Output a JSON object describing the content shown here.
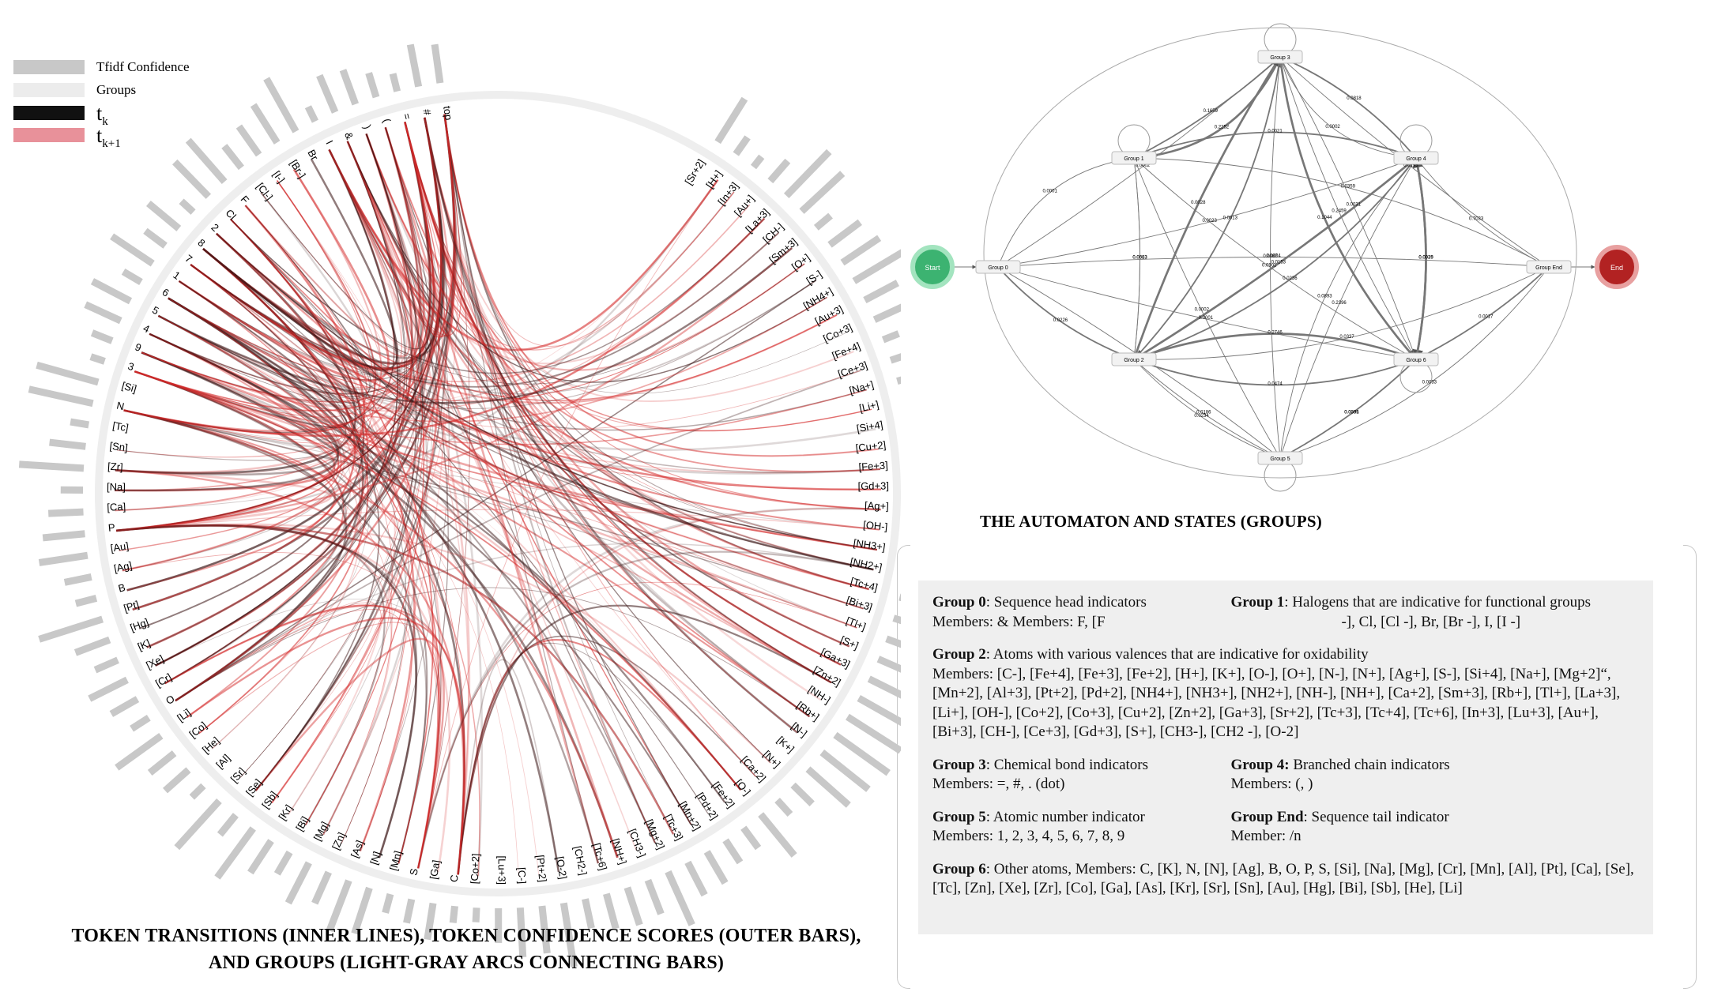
{
  "legend": {
    "items": [
      {
        "label": "Tfidf Confidence",
        "color": "#c8c8c8"
      },
      {
        "label": "Groups",
        "color": "#ececec"
      },
      {
        "label": "t",
        "sub": "k",
        "color": "#111111"
      },
      {
        "label": "t",
        "sub": "k+1",
        "color": "#e8919a"
      }
    ]
  },
  "circle_tokens": [
    "top",
    "#",
    "=",
    "(",
    ")",
    "&",
    "I",
    "Br",
    "[Br-]",
    "[I-]",
    "[Cl-]",
    "F",
    "Cl",
    "2",
    "8",
    "7",
    "1",
    "6",
    "5",
    "4",
    "9",
    "3",
    "[Si]",
    "N",
    "[Tc]",
    "[Sn]",
    "[Zr]",
    "[Na]",
    "[Ca]",
    "P",
    "[Au]",
    "[Ag]",
    "B",
    "[Pt]",
    "[Hg]",
    "[K]",
    "[Xe]",
    "[Cr]",
    "O",
    "[Li]",
    "[Co]",
    "[He]",
    "[Al]",
    "[Sr]",
    "[Se]",
    "[Sb]",
    "[Kr]",
    "[Bi]",
    "[Mg]",
    "[Zn]",
    "[As]",
    "[N]",
    "[Mn]",
    "S",
    "[Ga]",
    "C",
    "[Co+2]",
    "[Lu+3]",
    "[C-]",
    "[Pt+2]",
    "[O-2]",
    "[CH2-]",
    "[Tc+6]",
    "[NH+]",
    "[CH3-]",
    "[Mg+2]",
    "[Tc+3]",
    "[Mn+2]",
    "[Pd+2]",
    "[Fe+2]",
    "[O-]",
    "[Ca+2]",
    "[N+]",
    "[K+]",
    "[N-]",
    "[Rb+]",
    "[NH-]",
    "[Zn+2]",
    "[Ga+3]",
    "[S+]",
    "[Tl+]",
    "[Bi+3]",
    "[Tc+4]",
    "[NH2+]",
    "[NH3+]",
    "[OH-]",
    "[Ag+]",
    "[Gd+3]",
    "[Fe+3]",
    "[Cu+2]",
    "[Si+4]",
    "[Li+]",
    "[Na+]",
    "[Ce+3]",
    "[Fe+4]",
    "[Co+3]",
    "[Au+3]",
    "[NH4+]",
    "[S-]",
    "[O+]",
    "[Sm+3]",
    "[CH-]",
    "[La+3]",
    "[Au+]",
    "[In+3]",
    "[H+]",
    "[Sr+2]"
  ],
  "left_caption": {
    "line1": "TOKEN TRANSITIONS (INNER LINES), TOKEN CONFIDENCE SCORES (OUTER BARS),",
    "line2": "AND GROUPS (LIGHT-GRAY ARCS CONNECTING BARS)"
  },
  "automaton": {
    "title": "THE AUTOMATON AND STATES (GROUPS)",
    "start_label": "Start",
    "end_label": "End",
    "start_color": "#3cb371",
    "end_color": "#b22222",
    "nodes": {
      "g0": "Group 0",
      "g1": "Group 1",
      "g2": "Group 2",
      "g3": "Group 3",
      "g4": "Group 4",
      "g5": "Group 5",
      "g6": "Group 6",
      "gend": "Group End"
    },
    "edge_labels": [
      "0.0001",
      "0.0226",
      "0.0002",
      "0.1060",
      "0.0004",
      "0.2252",
      "0.0021",
      "0.0901",
      "0.0002",
      "0.0003",
      "0.0028",
      "0.0236",
      "0.2746",
      "0.0234",
      "0.0513",
      "0.1659",
      "0.0818",
      "0.1044",
      "0.0013",
      "0.0087",
      "0.0193",
      "0.0153",
      "0.0025",
      "0.0893",
      "0.0002",
      "0.7033",
      "0.0331",
      "0.0186",
      "0.2396",
      "0.0033",
      "0.0474",
      "0.0039",
      "0.0017",
      "0.0006",
      "0.2459",
      "0.0337",
      "0.0359",
      "0.0023",
      "0.0001",
      "0.0031"
    ]
  },
  "groups": {
    "g0": {
      "title": "Group 0",
      "desc": ": Sequence head indicators",
      "members": "Members: & Members: F, [F"
    },
    "g1": {
      "title": "Group 1",
      "desc": ": Halogens that are indicative for functional groups",
      "members": "-], Cl, [Cl -], Br, [Br -], I, [I -]"
    },
    "g2": {
      "title": "Group 2",
      "desc": ": Atoms with various valences that are indicative for oxidability",
      "members": "Members: [C-], [Fe+4], [Fe+3], [Fe+2], [H+], [K+], [O-], [O+], [N-], [N+], [Ag+], [S-], [Si+4], [Na+], [Mg+2]“,[Mn+2], [Al+3], [Pt+2], [Pd+2], [NH4+], [NH3+], [NH2+], [NH-], [NH+], [Ca+2], [Sm+3], [Rb+], [Tl+], [La+3], [Li+], [OH-], [Co+2], [Co+3], [Cu+2], [Zn+2], [Ga+3], [Sr+2], [Tc+3], [Tc+4], [Tc+6], [In+3], [Lu+3], [Au+], [Bi+3], [CH-], [Ce+3], [Gd+3], [S+], [CH3-], [CH2 -], [O-2]"
    },
    "g3": {
      "title": "Group 3",
      "desc": ": Chemical bond indicators",
      "members": "Members: =, #, . (dot)"
    },
    "g4": {
      "title": "Group 4:",
      "desc": " Branched chain indicators",
      "members": " Members: (, )"
    },
    "g5": {
      "title": "Group 5",
      "desc": ": Atomic number indicator",
      "members": "Members: 1, 2, 3, 4, 5, 6, 7, 8, 9"
    },
    "gend": {
      "title": "Group End",
      "desc": ": Sequence tail indicator",
      "members": " Member: /n"
    },
    "g6": {
      "title": "Group 6",
      "desc": ": Other atoms, Members: C, [K], N, [N], [Ag], B, O, P, S, [Si], [Na], [Mg], [Cr], [Mn], [Al], [Pt], [Ca], [Se], [Tc], [Zn], [Xe], [Zr], [Co], [Ga], [As], [Kr], [Sr], [Sn], [Au], [Hg], [Bi], [Sb], [He], [Li]"
    }
  }
}
